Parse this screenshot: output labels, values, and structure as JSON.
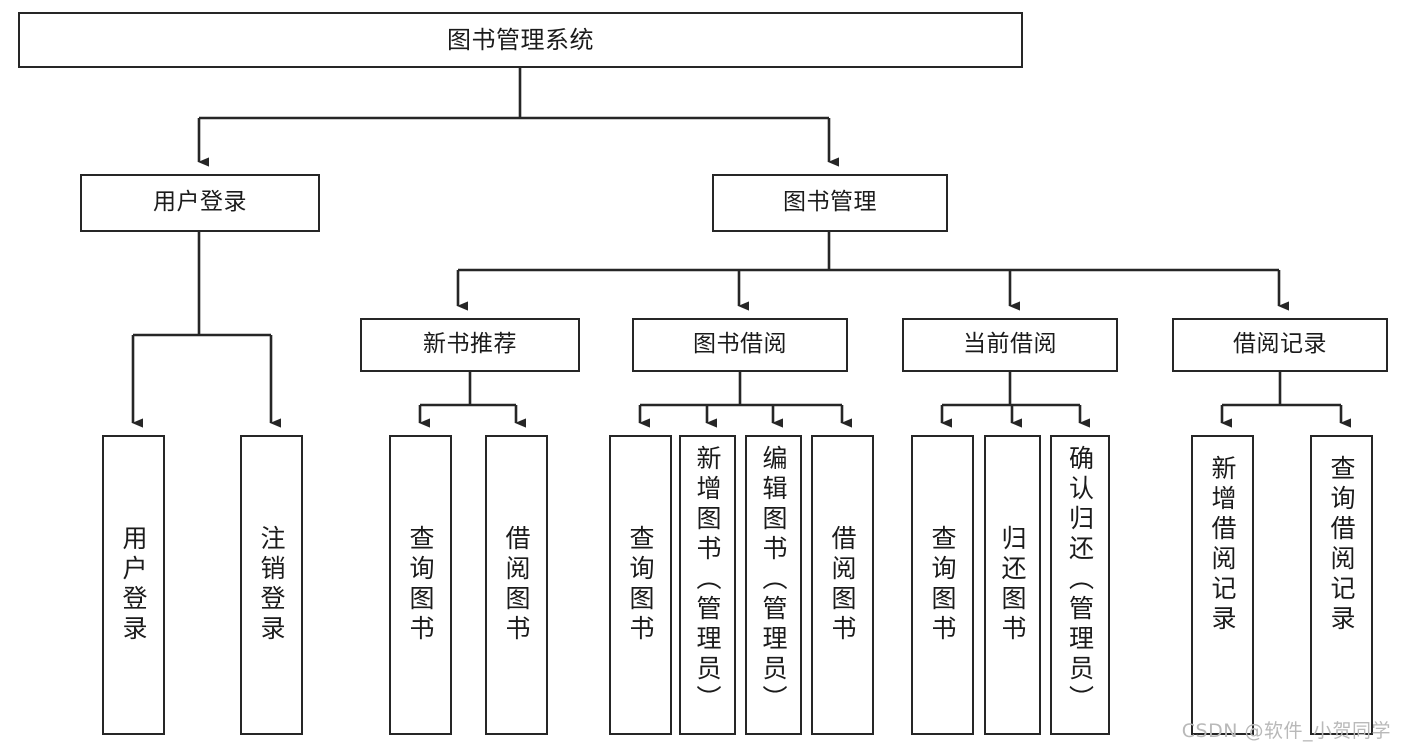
{
  "diagram": {
    "type": "tree-hierarchy-diagram",
    "title": "图书管理系统",
    "style": {
      "background": "#ffffff",
      "box_border": "#262626",
      "box_fill": "#ffffff",
      "text": "#1b1b1b",
      "connector": "#262626",
      "watermark": "#b9b9b9"
    },
    "nodes": {
      "root": {
        "label": "图书管理系统"
      },
      "level1": [
        {
          "label": "用户登录"
        },
        {
          "label": "图书管理"
        }
      ],
      "level2": [
        {
          "label": "新书推荐"
        },
        {
          "label": "图书借阅"
        },
        {
          "label": "当前借阅"
        },
        {
          "label": "借阅记录"
        }
      ],
      "leaves": {
        "user_login": [
          {
            "label": "用户登录"
          },
          {
            "label": "注销登录"
          }
        ],
        "new_book_recommend": [
          {
            "label": "查询图书"
          },
          {
            "label": "借阅图书"
          }
        ],
        "book_borrow": [
          {
            "label": "查询图书"
          },
          {
            "label": "新增图书（管理员）"
          },
          {
            "label": "编辑图书（管理员）"
          },
          {
            "label": "借阅图书"
          }
        ],
        "current_borrow": [
          {
            "label": "查询图书"
          },
          {
            "label": "归还图书"
          },
          {
            "label": "确认归还（管理员）"
          }
        ],
        "borrow_record": [
          {
            "label": "新增借阅记录"
          },
          {
            "label": "查询借阅记录"
          }
        ]
      }
    },
    "watermark": "CSDN @软件_小贺同学"
  }
}
